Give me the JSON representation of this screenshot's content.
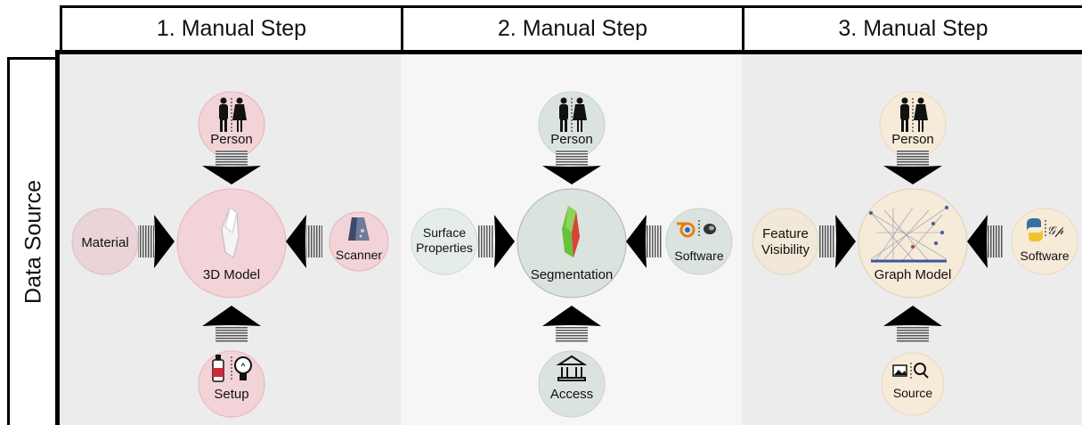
{
  "headers": [
    "1. Manual Step",
    "2. Manual Step",
    "3. Manual Step"
  ],
  "side_label": "Data Source",
  "panels": [
    {
      "top": "Person",
      "left": "Material",
      "center": "3D Model",
      "right": "Scanner",
      "bottom": "Setup"
    },
    {
      "top": "Person",
      "left_line1": "Surface",
      "left_line2": "Properties",
      "center": "Segmentation",
      "right": "Software",
      "bottom": "Access"
    },
    {
      "top": "Person",
      "left_line1": "Feature",
      "left_line2": "Visibility",
      "center": "Graph Model",
      "right": "Software",
      "bottom": "Source"
    }
  ],
  "colors": {
    "panel1_bg": "#ececec",
    "panel2_bg": "#f6f6f6",
    "panel3_bg": "#ececec",
    "pink": "#f2d3d8",
    "green": "#dbe3de",
    "cream": "#f6ead8",
    "pink_edge": "#e7b3bc",
    "green_edge": "#c9d2cc",
    "cream_edge": "#ecd9bd"
  },
  "icons": [
    "person-icon",
    "spray-can-icon",
    "lightbulb-icon",
    "scanner-icon",
    "blender-icon",
    "zbrush-icon",
    "museum-icon",
    "python-icon",
    "gephi-icon",
    "image-icon",
    "magnifier-icon",
    "crystal-model-icon",
    "graph-icon"
  ]
}
